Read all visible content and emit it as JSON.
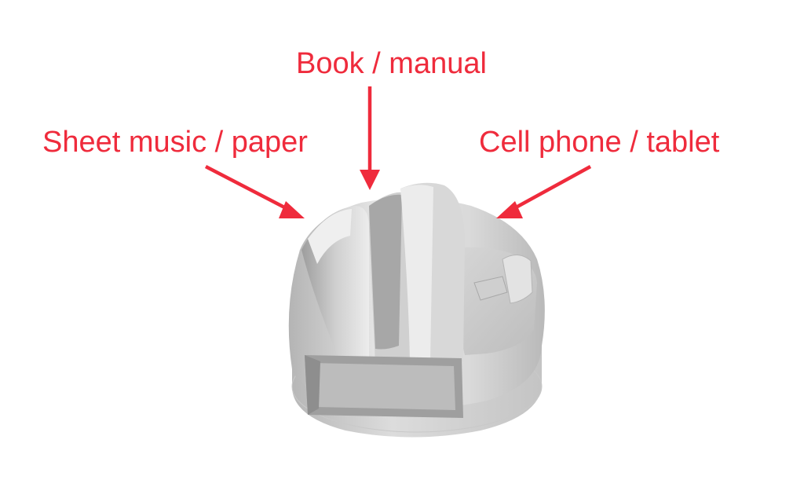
{
  "labels": {
    "book": "Book / manual",
    "sheet_music": "Sheet music / paper",
    "phone": "Cell phone / tablet"
  },
  "colors": {
    "annotation": "#ef2b3c",
    "body_light": "#e2e2e2",
    "body_mid": "#c9c9c9",
    "body_dark": "#a9a9a9"
  }
}
